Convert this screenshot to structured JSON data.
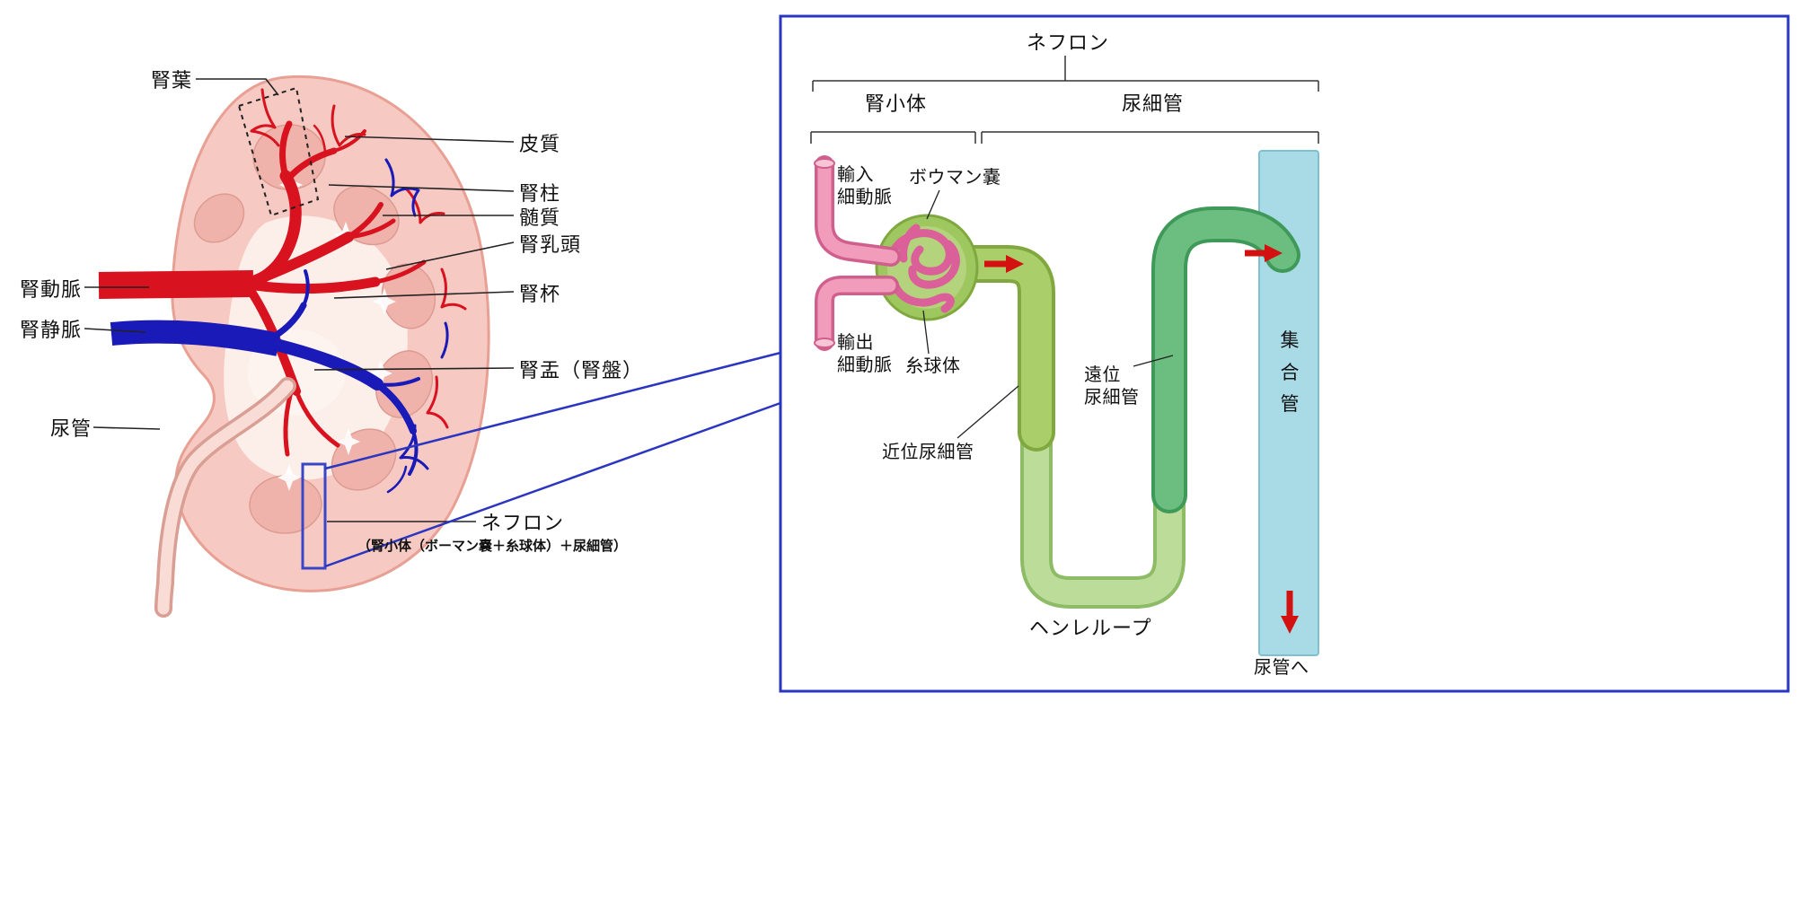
{
  "kidney": {
    "labels": {
      "renal_lobe": "腎葉",
      "cortex": "皮質",
      "renal_column": "腎柱",
      "medulla": "髄質",
      "renal_papilla": "腎乳頭",
      "renal_calyx": "腎杯",
      "renal_artery": "腎動脈",
      "renal_vein": "腎静脈",
      "renal_pelvis": "腎盂（腎盤）",
      "ureter": "尿管",
      "nephron": "ネフロン",
      "nephron_note": "（腎小体（ボーマン嚢＋糸球体）＋尿細管）"
    },
    "colors": {
      "cortex_body": "#f6c9c2",
      "sinus": "#fceee9",
      "pyramid": "#efb3ab",
      "artery": "#d8121f",
      "vein": "#1a1ab8",
      "highlight_box": "#3a46c8"
    }
  },
  "nephron_panel": {
    "title": "ネフロン",
    "sections": {
      "renal_corpuscle": "腎小体",
      "renal_tubule": "尿細管"
    },
    "labels": {
      "afferent_arteriole": "輸入\n細動脈",
      "bowmans_capsule": "ボウマン嚢",
      "efferent_arteriole": "輸出\n細動脈",
      "glomerulus": "糸球体",
      "proximal_tubule": "近位尿細管",
      "distal_tubule": "遠位\n尿細管",
      "loop_of_henle": "ヘンレループ",
      "collecting_duct": "集合管",
      "to_ureter": "尿管へ"
    },
    "colors": {
      "panel_border": "#2a35c0",
      "arteriole": "#f09cba",
      "capsule": "#9fc75f",
      "proximal_tubule": "#a9ce6a",
      "loop_of_henle": "#bcdc9a",
      "distal_tubule": "#6cbd80",
      "collecting_duct": "#a9dbe7",
      "flow_arrow": "#d41111"
    }
  }
}
